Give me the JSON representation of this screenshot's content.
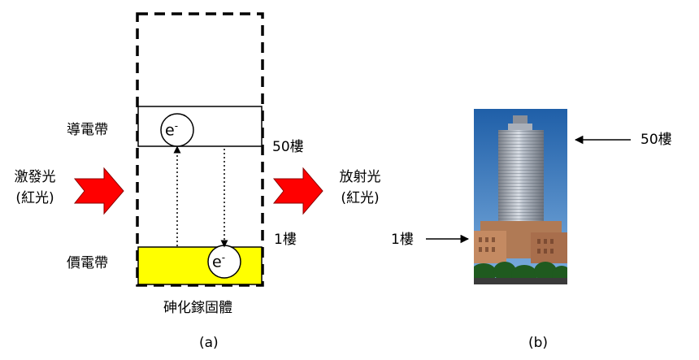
{
  "panel_a": {
    "conduction_band_label": "導電帶",
    "valence_band_label": "價電帶",
    "electron_symbol": "e",
    "electron_charge": "-",
    "excitation_label_line1": "激發光",
    "excitation_label_line2": "(紅光)",
    "emission_label_line1": "放射光",
    "emission_label_line2": "(紅光)",
    "floor_50_label": "50樓",
    "floor_1_label": "1樓",
    "material_label": "砷化鎵固體",
    "caption": "(a)",
    "colors": {
      "arrow": "#ff0000",
      "valence_fill": "#ffff00"
    }
  },
  "panel_b": {
    "floor_50_label": "50樓",
    "floor_1_label": "1樓",
    "caption": "(b)",
    "photo_icon": "skyscraper-photo"
  }
}
